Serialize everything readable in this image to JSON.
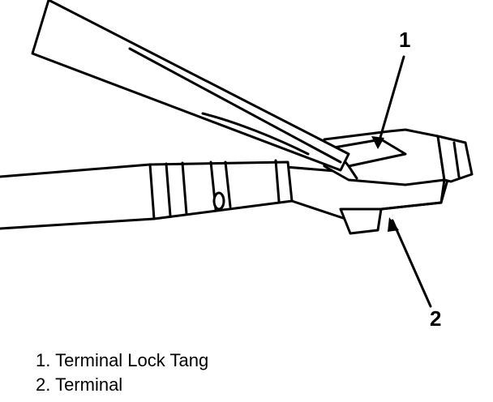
{
  "figure": {
    "callouts": [
      {
        "id": "1",
        "label": "1"
      },
      {
        "id": "2",
        "label": "2"
      }
    ]
  },
  "legend": {
    "items": [
      {
        "number": "1.",
        "text": "Terminal Lock Tang",
        "full": "1. Terminal Lock Tang"
      },
      {
        "number": "2.",
        "text": "Terminal",
        "full": "2. Terminal"
      }
    ]
  }
}
